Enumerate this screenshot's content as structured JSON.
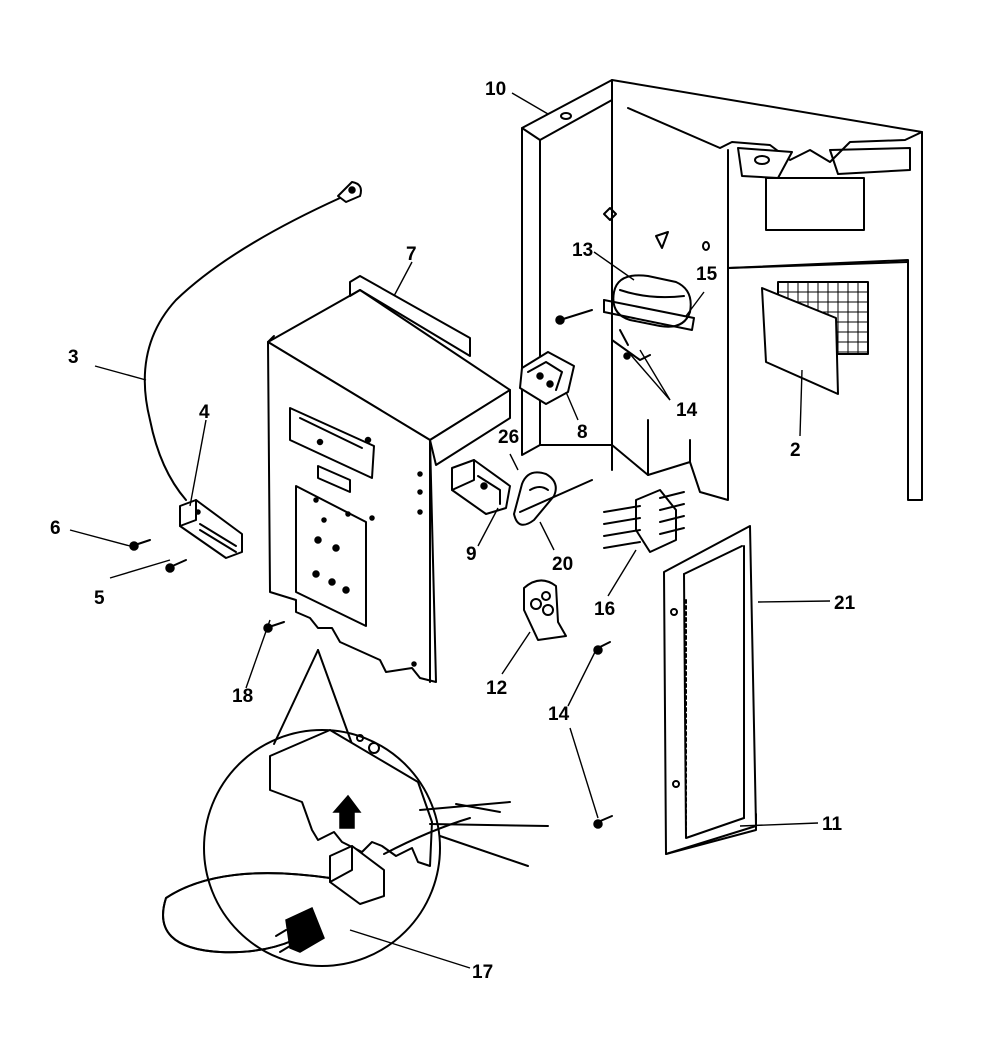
{
  "diagram": {
    "colors": {
      "ink": "#000000",
      "paper": "#ffffff"
    },
    "callouts": [
      {
        "id": "c10",
        "text": "10"
      },
      {
        "id": "c7",
        "text": "7"
      },
      {
        "id": "c3",
        "text": "3"
      },
      {
        "id": "c4",
        "text": "4"
      },
      {
        "id": "c6",
        "text": "6"
      },
      {
        "id": "c5",
        "text": "5"
      },
      {
        "id": "c13",
        "text": "13"
      },
      {
        "id": "c15",
        "text": "15"
      },
      {
        "id": "c14a",
        "text": "14"
      },
      {
        "id": "c2",
        "text": "2"
      },
      {
        "id": "c26",
        "text": "26"
      },
      {
        "id": "c8",
        "text": "8"
      },
      {
        "id": "c9",
        "text": "9"
      },
      {
        "id": "c20",
        "text": "20"
      },
      {
        "id": "c16",
        "text": "16"
      },
      {
        "id": "c21",
        "text": "21"
      },
      {
        "id": "c12",
        "text": "12"
      },
      {
        "id": "c14b",
        "text": "14"
      },
      {
        "id": "c18",
        "text": "18"
      },
      {
        "id": "c11",
        "text": "11"
      },
      {
        "id": "c17",
        "text": "17"
      }
    ]
  }
}
